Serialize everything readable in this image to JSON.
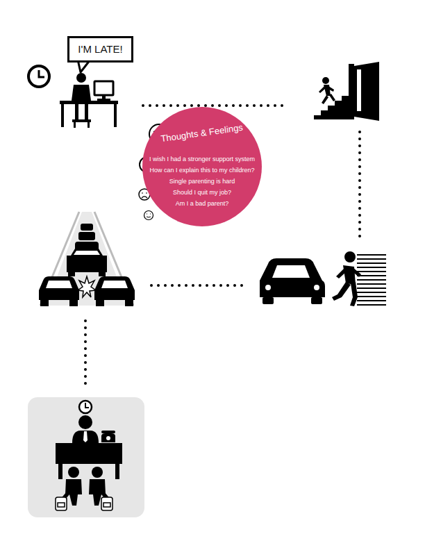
{
  "diagram": {
    "nodes": [
      {
        "text": [
          "I'M LATE!"
        ]
      },
      {
        "text": [
          "Thoughts & Feelings",
          "I wish I had a stronger support system",
          "How can I explain this to my children?",
          "Single parenting is hard",
          "Should I quit my job?",
          "Am I a bad parent?"
        ]
      }
    ]
  }
}
